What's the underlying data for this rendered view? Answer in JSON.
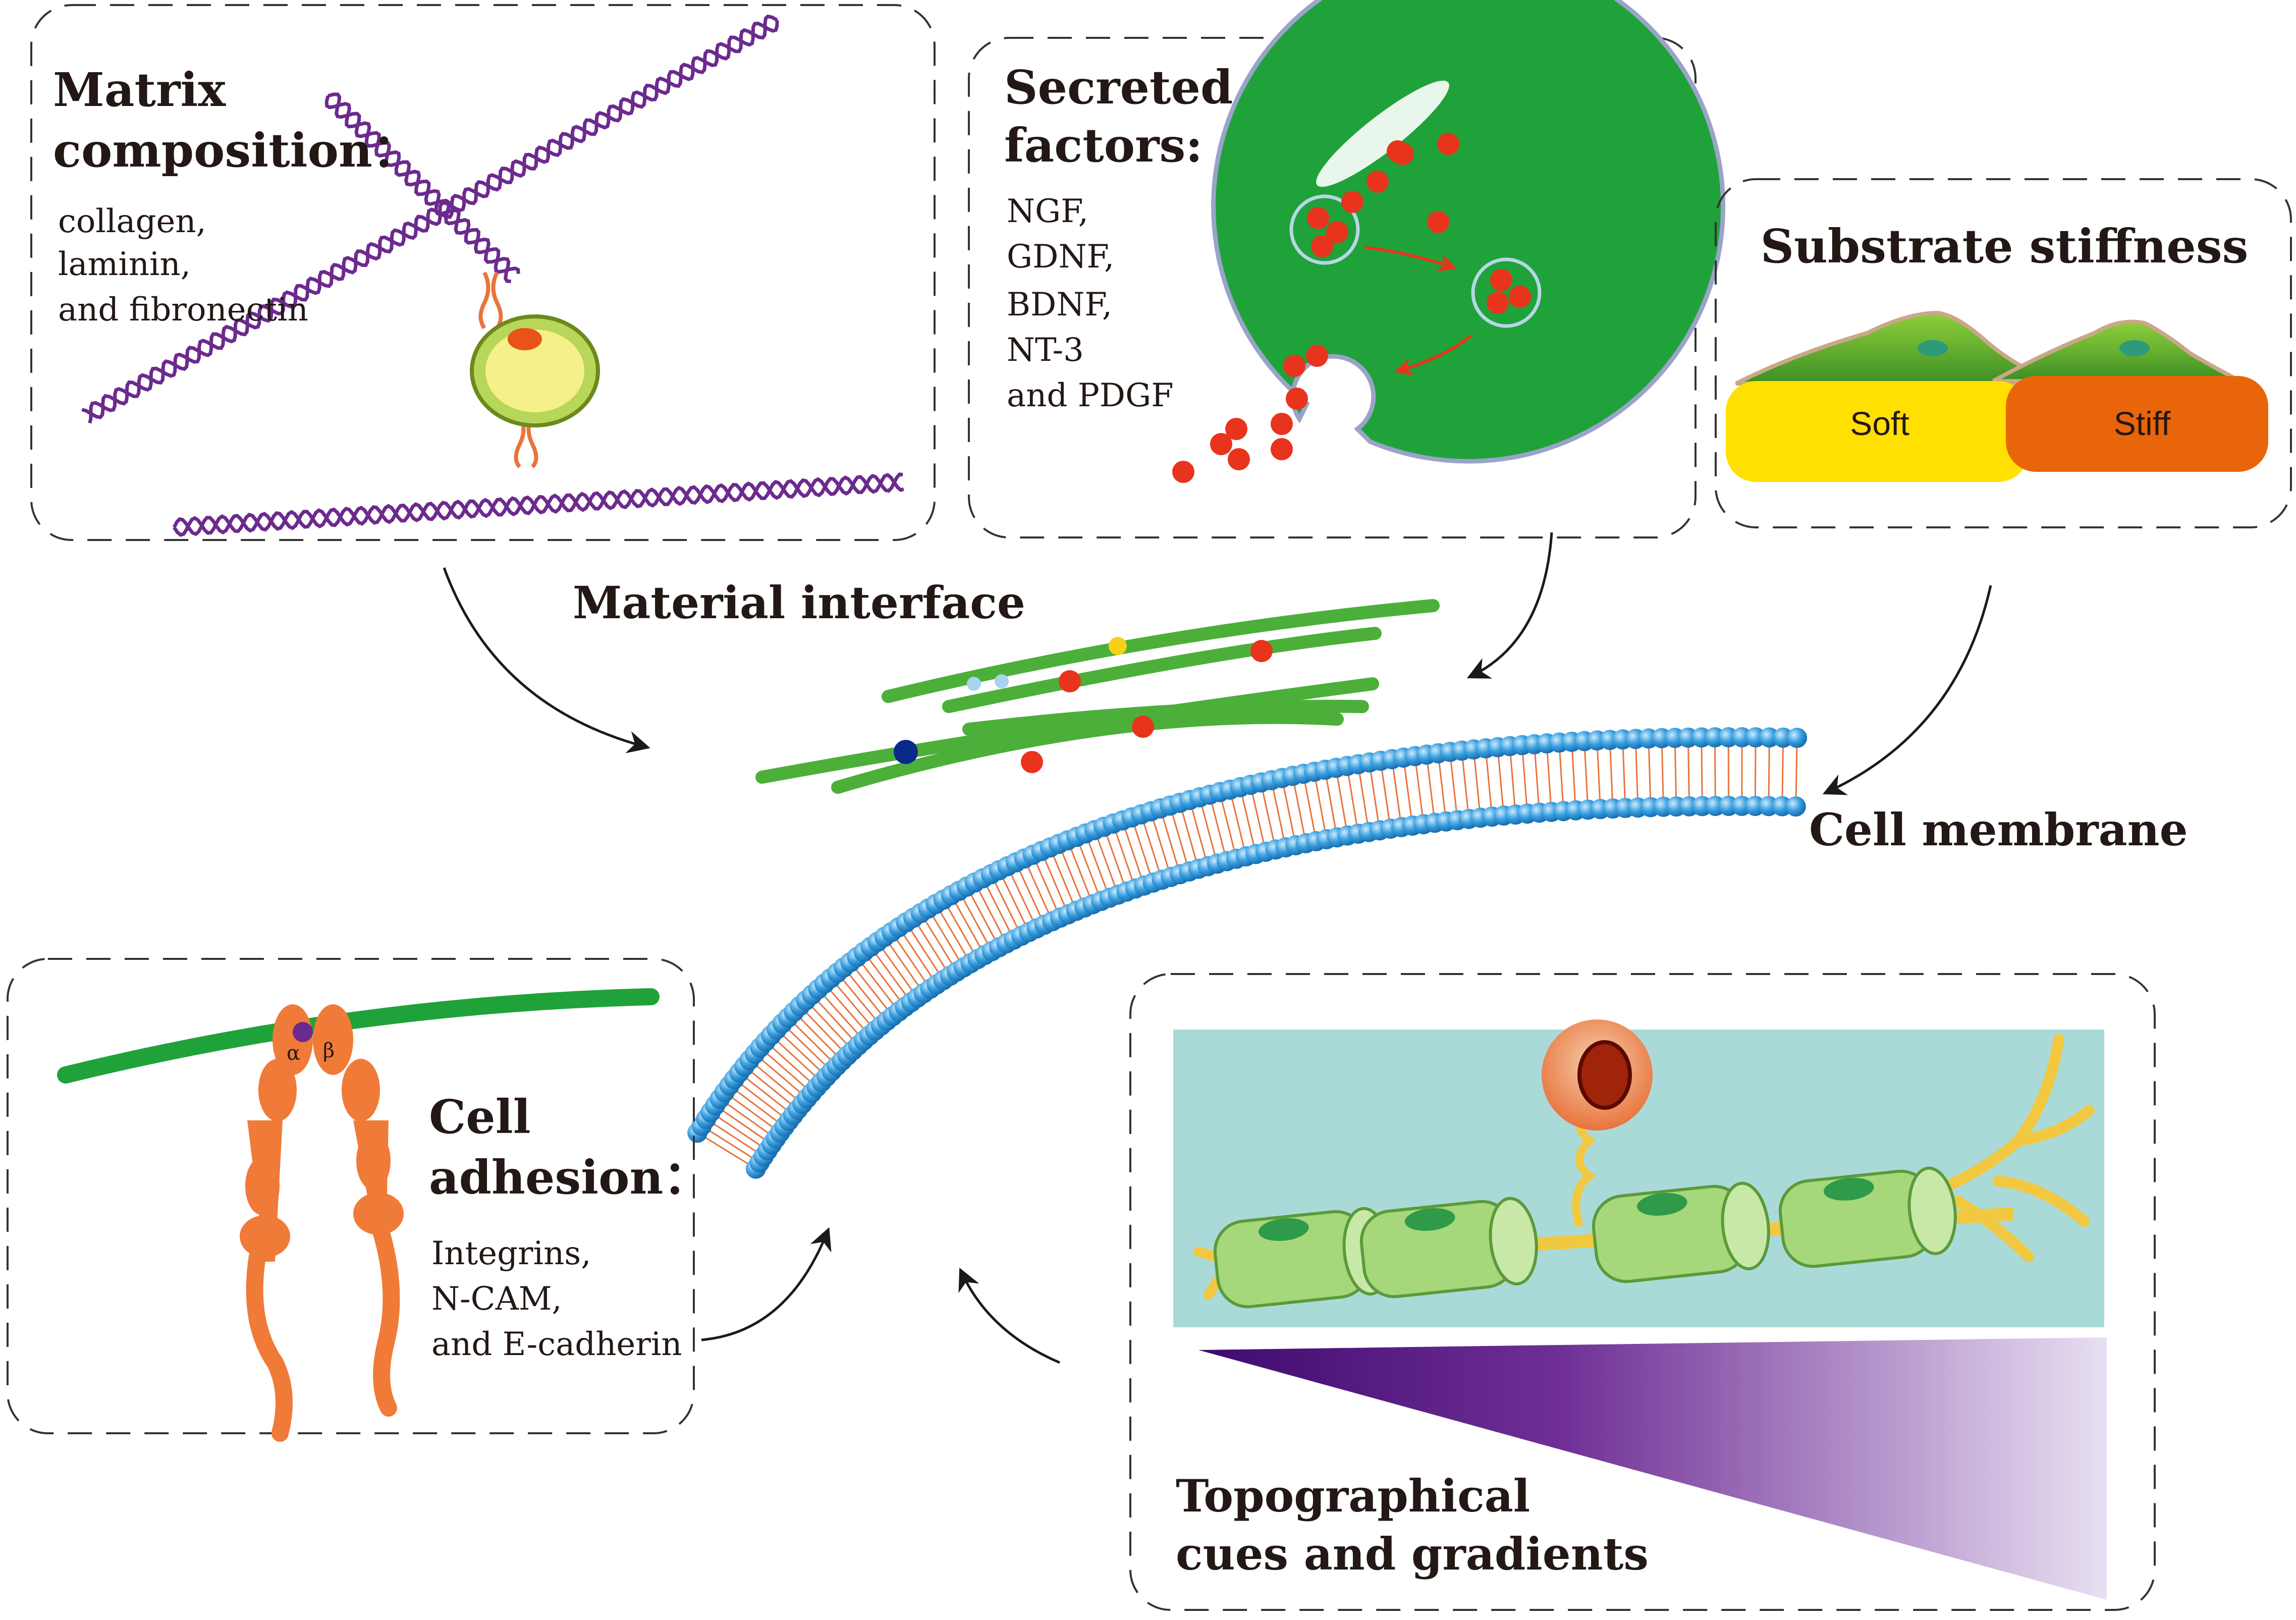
{
  "panels": {
    "matrix": {
      "title_line1": "Matrix",
      "title_line2": "composition：",
      "items": [
        "collagen,",
        "laminin,",
        "and fibronectin"
      ]
    },
    "secreted": {
      "title_line1": "Secreted",
      "title_line2": "factors:",
      "items": [
        "NGF,",
        "GDNF,",
        "BDNF,",
        "NT-3",
        "and PDGF"
      ]
    },
    "stiffness": {
      "title": "Substrate stiffness",
      "soft_label": "Soft",
      "stiff_label": "Stiff"
    },
    "adhesion": {
      "title_line1": "Cell",
      "title_line2": "adhesion：",
      "items": [
        "Integrins,",
        "N-CAM,",
        "and E-cadherin"
      ],
      "alpha": "α",
      "beta": "β"
    },
    "topography": {
      "title_line1": "Topographical",
      "title_line2": "cues and gradients"
    }
  },
  "center": {
    "material_label": "Material interface",
    "membrane_label": "Cell membrane"
  },
  "colors": {
    "green": "#1fa23a",
    "fiber_green": "#4caf3a",
    "red_factor": "#e8341c",
    "soft": "#ffe000",
    "stiff": "#e8650a",
    "membrane": "#3aa0e0",
    "purple": "#6c2a8e",
    "integrin": "#f07a38",
    "teal_bg": "#aadad8"
  }
}
